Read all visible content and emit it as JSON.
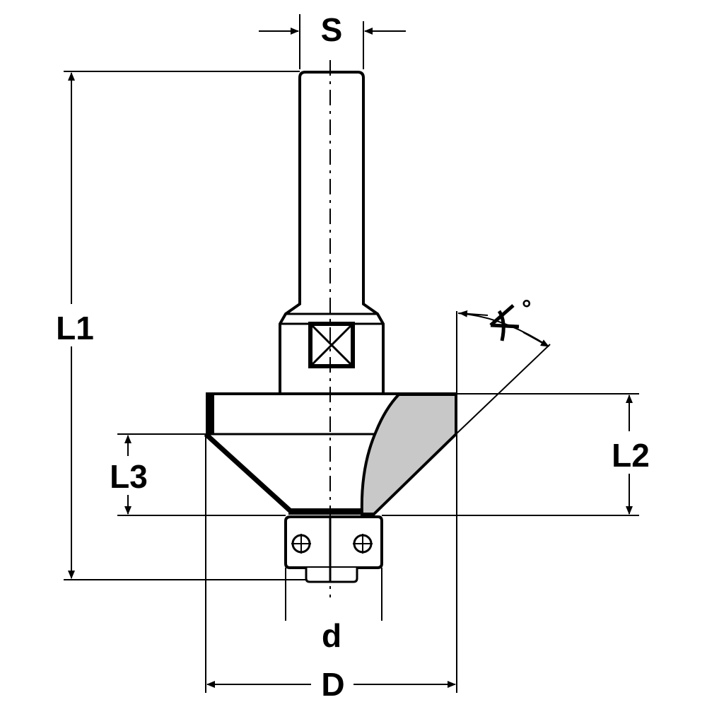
{
  "diagram": {
    "labels": {
      "shank": "S",
      "overall_length": "L1",
      "cut_height": "L2",
      "chamfer_height": "L3",
      "bearing_diameter": "d",
      "cut_diameter": "D",
      "angle_degree": "°"
    },
    "colors": {
      "line": "#000000",
      "cutter_insert": "#c8c8c8",
      "background": "#ffffff"
    }
  }
}
